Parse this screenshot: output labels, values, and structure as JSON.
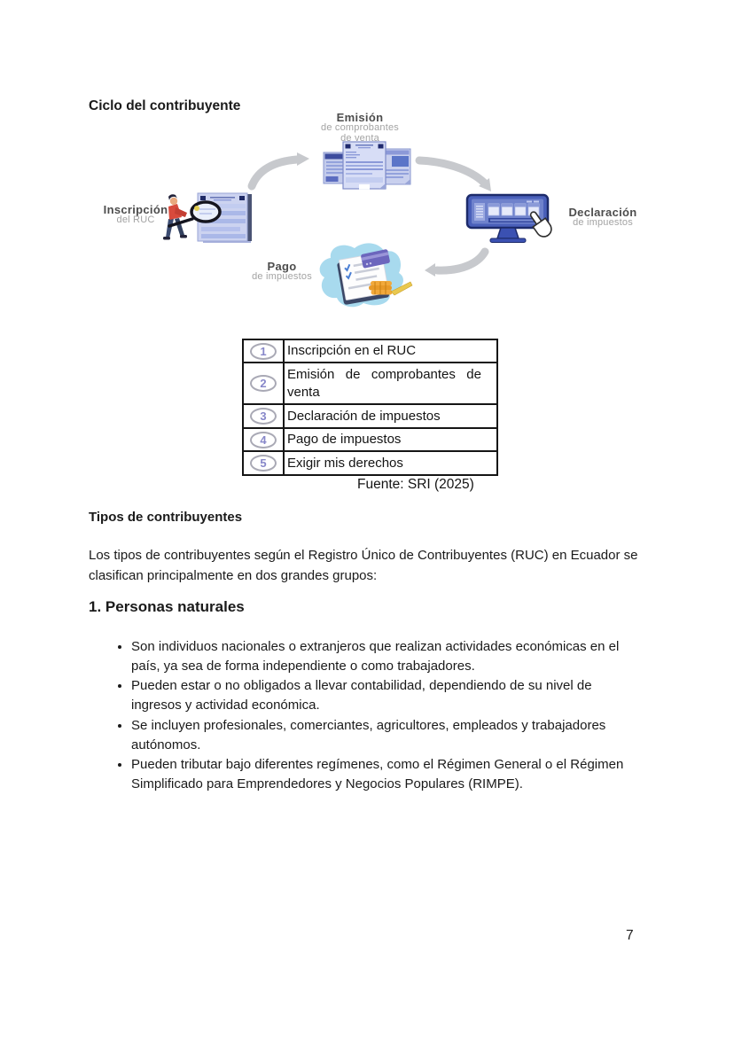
{
  "page": {
    "title": "Ciclo del contribuyente",
    "number": "7"
  },
  "diagram": {
    "inscripcion": {
      "title": "Inscripción",
      "subtitle": "del RUC"
    },
    "emision": {
      "title": "Emisión",
      "subtitle1": "de comprobantes",
      "subtitle2": "de venta"
    },
    "declaracion": {
      "title": "Declaración",
      "subtitle": "de impuestos"
    },
    "pago": {
      "title": "Pago",
      "subtitle": "de impuestos"
    }
  },
  "table": {
    "rows": [
      {
        "num": "1",
        "label": "Inscripción en el RUC"
      },
      {
        "num": "2",
        "label": "Emisión de comprobantes de venta"
      },
      {
        "num": "3",
        "label": "Declaración de impuestos"
      },
      {
        "num": "4",
        "label": "Pago de impuestos"
      },
      {
        "num": "5",
        "label": "Exigir mis derechos"
      }
    ],
    "source": "Fuente: SRI (2025)"
  },
  "content": {
    "section_heading": "Tipos de contribuyentes",
    "intro": "Los tipos de contribuyentes según el Registro Único de Contribuyentes (RUC) en Ecuador se clasifican principalmente en dos grandes grupos:",
    "subsection_heading": "1. Personas naturales",
    "bullets": [
      "Son individuos nacionales o extranjeros que realizan actividades económicas en el país, ya sea de forma independiente o como trabajadores.",
      "Pueden estar o no obligados a llevar contabilidad, dependiendo de su nivel de ingresos y actividad económica.",
      "Se incluyen profesionales, comerciantes, agricultores, empleados y trabajadores autónomos.",
      "Pueden tributar bajo diferentes regímenes, como el Régimen General o el Régimen Simplificado para Emprendedores y Negocios Populares (RIMPE)."
    ]
  },
  "colors": {
    "step_number": "#8787c9",
    "table_border": "#151515",
    "arrow": "#c7c9cd",
    "diagram_label_dark": "#4d4d4d",
    "diagram_label_light": "#a3a3a3",
    "illustration_blue": "#4a60ba"
  }
}
